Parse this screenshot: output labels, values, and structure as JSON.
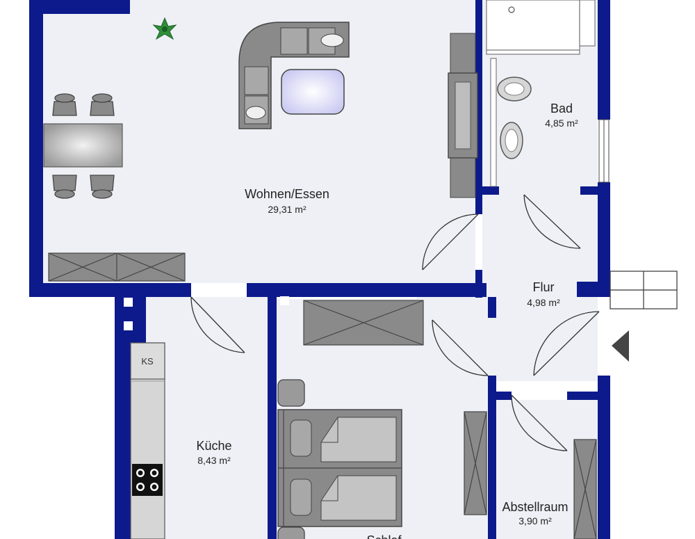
{
  "rooms": {
    "wohnen": {
      "name": "Wohnen/Essen",
      "area": "29,31 m²"
    },
    "bad": {
      "name": "Bad",
      "area": "4,85 m²"
    },
    "flur": {
      "name": "Flur",
      "area": "4,98 m²"
    },
    "kueche": {
      "name": "Küche",
      "area": "8,43 m²"
    },
    "abstell": {
      "name": "Abstellraum",
      "area": "3,90 m²"
    },
    "schlaf": {
      "name": "Schlaf..."
    }
  },
  "labels": {
    "fridge": "KS"
  },
  "colors": {
    "wall": "#0d1a8c",
    "floor": "#eef0f5",
    "furniture": "#8a8a8a",
    "furniture_dark": "#5a5a5a"
  }
}
